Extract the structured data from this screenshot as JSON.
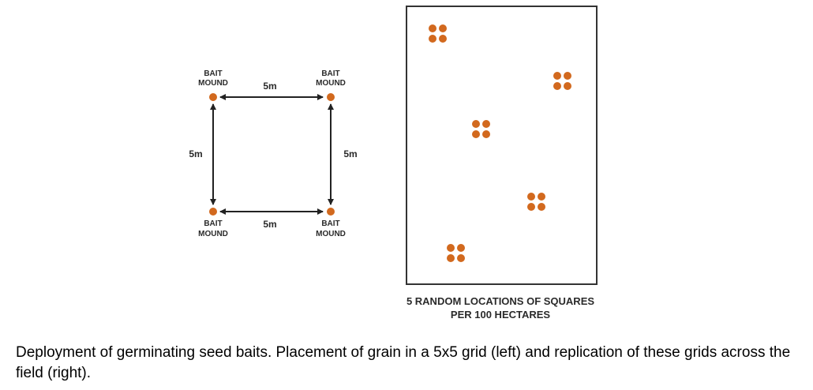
{
  "diagram": {
    "bait_label_line1": "BAIT",
    "bait_label_line2": "MOUND",
    "distance_label": "5m",
    "field_caption_line1": "5 RANDOM LOCATIONS OF SQUARES",
    "field_caption_line2": "PER 100 HECTARES"
  },
  "caption": "Deployment of germinating seed baits. Placement of grain in a 5x5 grid (left) and replication of these grids across the field (right).",
  "colors": {
    "mound": "#d2691e",
    "line": "#222222"
  }
}
